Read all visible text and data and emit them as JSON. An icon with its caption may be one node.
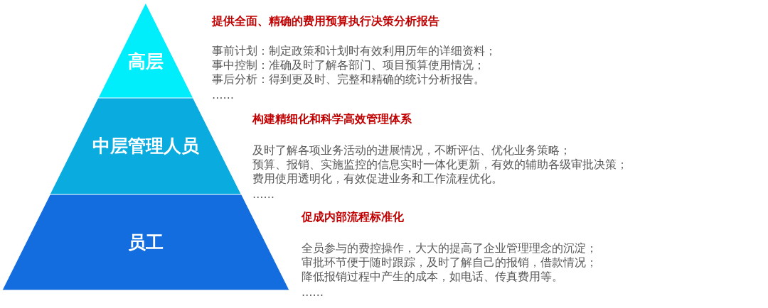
{
  "diagram": {
    "nodes": [
      {
        "text": [
          "高层"
        ],
        "beside": [
          "提供全面、精确的费用预算执行决策分析报告",
          "事前计划：制定政策和计划时有效利用历年的详细资料；",
          "事中控制：准确及时了解各部门、项目预算使用情况；",
          "事后分析：得到更及时、完整和精确的统计分析报告。"
        ]
      },
      {
        "text": [
          "中层管理人员"
        ],
        "beside": [
          "构建精细化和科学高效管理体系",
          "及时了解各项业务活动的进展情况，不断评估、优化业务策略；",
          "预算、报销、实施监控的信息实时一体化更新，有效的辅助各级审批决策；",
          "费用使用透明化，有效促进业务和工作流程优化。"
        ]
      },
      {
        "text": [
          "员工"
        ],
        "beside": [
          "促成内部流程标准化",
          "全员参与的费控操作，大大的提高了企业管理理念的沉淀；",
          "审批环节便于随时跟踪，及时了解自己的报销，借款情况；",
          "降低报销过程中产生的成本，如电话、传真费用等。"
        ]
      }
    ],
    "labels": [
      "……",
      "……",
      "……"
    ]
  }
}
